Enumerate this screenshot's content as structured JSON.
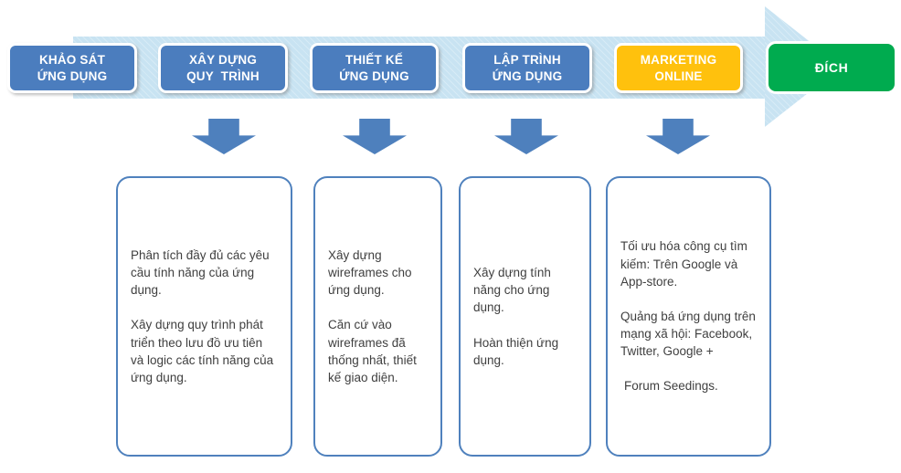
{
  "colors": {
    "stage_blue": "#4b7dbe",
    "stage_yellow": "#ffc10d",
    "goal_green": "#00ab4f",
    "band_light_blue": "#c8e3f2",
    "down_arrow_blue": "#4e80bd",
    "detail_border_blue": "#4f81bd",
    "detail_text_gray": "#3f3f3f"
  },
  "stages": [
    {
      "line1": "KHẢO SÁT",
      "line2": "ỨNG DỤNG"
    },
    {
      "line1": "XÂY DỰNG",
      "line2": "QUY  TRÌNH"
    },
    {
      "line1": "THIẾT KẾ",
      "line2": "ỨNG DỤNG"
    },
    {
      "line1": "LẬP TRÌNH",
      "line2": "ỨNG DỤNG"
    },
    {
      "line1": "MARKETING",
      "line2": "ONLINE"
    }
  ],
  "goal": {
    "label": "ĐÍCH"
  },
  "details": [
    {
      "paragraphs": [
        "Phân tích đầy đủ các yêu cầu tính năng của ứng dụng.",
        "Xây dựng quy trình phát triển theo lưu đồ ưu tiên và logic các tính năng của ứng dụng."
      ]
    },
    {
      "paragraphs": [
        "Xây dựng wireframes cho ứng dụng.",
        "Căn cứ vào wireframes đã thống nhất, thiết kế giao diện."
      ]
    },
    {
      "paragraphs": [
        "Xây dựng tính năng cho ứng dụng.",
        "Hoàn thiện ứng dụng."
      ]
    },
    {
      "paragraphs": [
        "Tối ưu hóa công cụ tìm kiếm: Trên Google và App-store.",
        "Quảng bá ứng dụng trên mạng xã hội: Facebook, Twitter, Google +",
        "Forum Seedings."
      ]
    }
  ]
}
